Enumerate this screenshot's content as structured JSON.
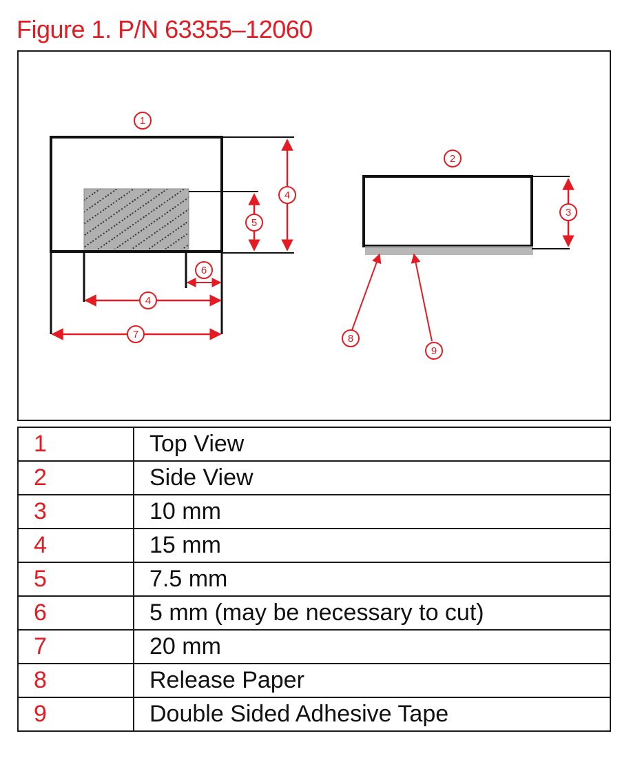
{
  "title": "Figure 1. P/N 63355–12060",
  "colors": {
    "accent": "#e31b23",
    "line": "#111111",
    "adhesive": "#a9a9a9"
  },
  "diagram": {
    "callouts": [
      "1",
      "2",
      "3",
      "4",
      "5",
      "6",
      "7",
      "8",
      "9"
    ]
  },
  "legend": [
    {
      "num": "1",
      "desc": "Top View"
    },
    {
      "num": "2",
      "desc": "Side View"
    },
    {
      "num": "3",
      "desc": "10 mm"
    },
    {
      "num": "4",
      "desc": "15 mm"
    },
    {
      "num": "5",
      "desc": "7.5 mm"
    },
    {
      "num": "6",
      "desc": "5 mm (may be necessary to cut)"
    },
    {
      "num": "7",
      "desc": "20 mm"
    },
    {
      "num": "8",
      "desc": "Release Paper"
    },
    {
      "num": "9",
      "desc": "Double Sided Adhesive Tape"
    }
  ]
}
